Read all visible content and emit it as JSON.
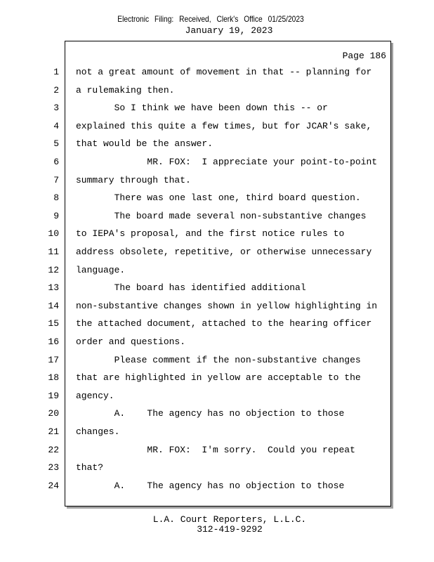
{
  "stamp": "Electronic Filing: Received, Clerk's Office 01/25/2023",
  "date": "January 19, 2023",
  "page_label": "Page 186",
  "lines": [
    {
      "n": "1",
      "t": "not a great amount of movement in that -- planning for"
    },
    {
      "n": "2",
      "t": "a rulemaking then."
    },
    {
      "n": "3",
      "t": "       So I think we have been down this -- or"
    },
    {
      "n": "4",
      "t": "explained this quite a few times, but for JCAR's sake,"
    },
    {
      "n": "5",
      "t": "that would be the answer."
    },
    {
      "n": "6",
      "t": "             MR. FOX:  I appreciate your point-to-point"
    },
    {
      "n": "7",
      "t": "summary through that."
    },
    {
      "n": "8",
      "t": "       There was one last one, third board question."
    },
    {
      "n": "9",
      "t": "       The board made several non-substantive changes"
    },
    {
      "n": "10",
      "t": "to IEPA's proposal, and the first notice rules to"
    },
    {
      "n": "11",
      "t": "address obsolete, repetitive, or otherwise unnecessary"
    },
    {
      "n": "12",
      "t": "language."
    },
    {
      "n": "13",
      "t": "       The board has identified additional"
    },
    {
      "n": "14",
      "t": "non-substantive changes shown in yellow highlighting in"
    },
    {
      "n": "15",
      "t": "the attached document, attached to the hearing officer"
    },
    {
      "n": "16",
      "t": "order and questions."
    },
    {
      "n": "17",
      "t": "       Please comment if the non-substantive changes"
    },
    {
      "n": "18",
      "t": "that are highlighted in yellow are acceptable to the"
    },
    {
      "n": "19",
      "t": "agency."
    },
    {
      "n": "20",
      "t": "       A.    The agency has no objection to those"
    },
    {
      "n": "21",
      "t": "changes."
    },
    {
      "n": "22",
      "t": "             MR. FOX:  I'm sorry.  Could you repeat"
    },
    {
      "n": "23",
      "t": "that?"
    },
    {
      "n": "24",
      "t": "       A.    The agency has no objection to those"
    }
  ],
  "footer": {
    "company": "L.A. Court Reporters, L.L.C.",
    "phone": "312-419-9292"
  }
}
